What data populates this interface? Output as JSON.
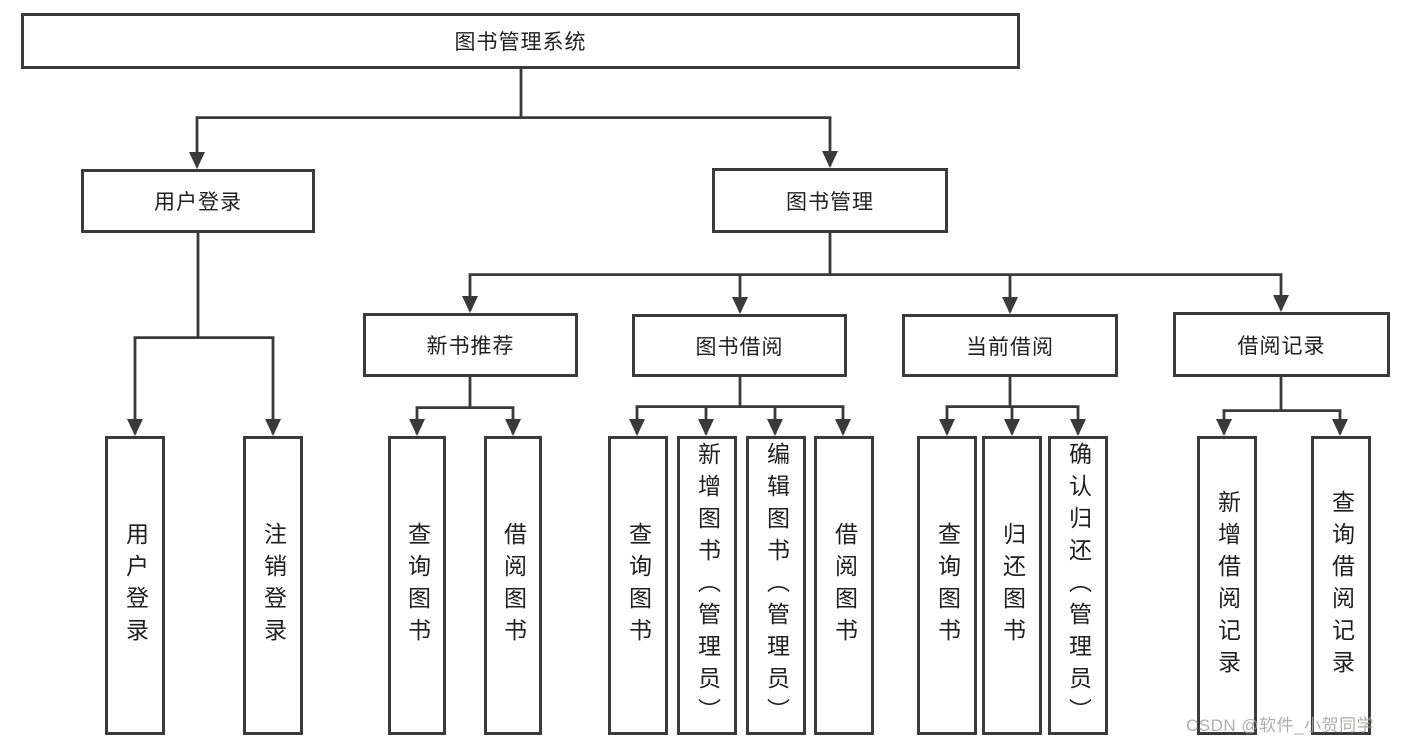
{
  "diagram": {
    "root": {
      "label": "图书管理系统"
    },
    "level2": {
      "user_login": {
        "label": "用户登录"
      },
      "book_mgmt": {
        "label": "图书管理"
      }
    },
    "level3": {
      "new_book_rec": {
        "label": "新书推荐"
      },
      "book_borrow": {
        "label": "图书借阅"
      },
      "current_borrow": {
        "label": "当前借阅"
      },
      "borrow_records": {
        "label": "借阅记录"
      }
    },
    "leaves": {
      "user_login": {
        "label": "用户登录"
      },
      "logout": {
        "label": "注销登录"
      },
      "query_books_rec": {
        "label": "查询图书"
      },
      "borrow_books_rec": {
        "label": "借阅图书"
      },
      "query_books_borrow": {
        "label": "查询图书"
      },
      "add_books": {
        "label": "新增图书（管理员）"
      },
      "edit_books": {
        "label": "编辑图书（管理员）"
      },
      "borrow_books": {
        "label": "借阅图书"
      },
      "query_books_current": {
        "label": "查询图书"
      },
      "return_books": {
        "label": "归还图书"
      },
      "confirm_return": {
        "label": "确认归还（管理员）"
      },
      "add_borrow_record": {
        "label": "新增借阅记录"
      },
      "query_borrow_record": {
        "label": "查询借阅记录"
      }
    }
  },
  "watermark": {
    "text": "CSDN @软件_小贺同学"
  },
  "colors": {
    "line": "#3a3a3a",
    "box_border": "#3a3a3a",
    "box_fill": "#ffffff",
    "text": "#1f1f1f",
    "watermark": "#a69e9e"
  }
}
